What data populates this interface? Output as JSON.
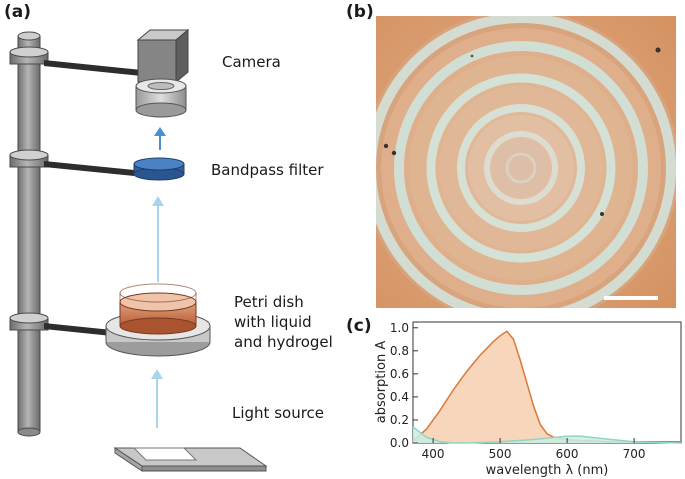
{
  "panels": {
    "a": {
      "label": "(a)",
      "components": {
        "camera": "Camera",
        "filter": "Bandpass filter",
        "dish_line1": "Petri dish",
        "dish_line2": "with liquid",
        "dish_line3": "and hydrogel",
        "light": "Light source"
      },
      "colors": {
        "rod": "#8c8c8c",
        "filter": "#3a6fb0",
        "liquid": "#c9714a",
        "arrow": "#a9d4ec",
        "arrow_top": "#4a8fd6"
      }
    },
    "b": {
      "label": "(b)",
      "colors": {
        "background": "#d99a6c",
        "ring": "#cfe3dc",
        "center": "#d8b9a0",
        "scale_bar": "#ffffff"
      }
    },
    "c": {
      "label": "(c)"
    }
  },
  "chart_data": {
    "type": "area",
    "xlabel": "wavelength λ (nm)",
    "ylabel": "absorption A",
    "xlim": [
      370,
      770
    ],
    "ylim": [
      0,
      1.05
    ],
    "xticks": [
      400,
      500,
      600,
      700
    ],
    "yticks": [
      0.0,
      0.2,
      0.4,
      0.6,
      0.8,
      1.0
    ],
    "series": [
      {
        "color": "#d9793a",
        "fill": "#f6cfaf",
        "x": [
          370,
          390,
          410,
          430,
          450,
          470,
          490,
          500,
          510,
          520,
          530,
          540,
          550,
          560,
          570,
          580,
          600,
          620,
          640,
          660,
          680,
          700,
          720,
          740,
          770
        ],
        "y": [
          0.02,
          0.12,
          0.28,
          0.46,
          0.62,
          0.76,
          0.88,
          0.93,
          0.97,
          0.9,
          0.72,
          0.52,
          0.32,
          0.16,
          0.08,
          0.05,
          0.03,
          0.02,
          0.02,
          0.01,
          0.01,
          0.01,
          0.01,
          0.01,
          0.01
        ]
      },
      {
        "color": "#8fd6c4",
        "fill": "#c9ede4",
        "x": [
          370,
          390,
          410,
          430,
          450,
          500,
          550,
          600,
          620,
          650,
          700,
          770
        ],
        "y": [
          0.14,
          0.05,
          0.01,
          0.0,
          0.0,
          0.01,
          0.03,
          0.06,
          0.06,
          0.04,
          0.01,
          0.0
        ]
      }
    ]
  }
}
